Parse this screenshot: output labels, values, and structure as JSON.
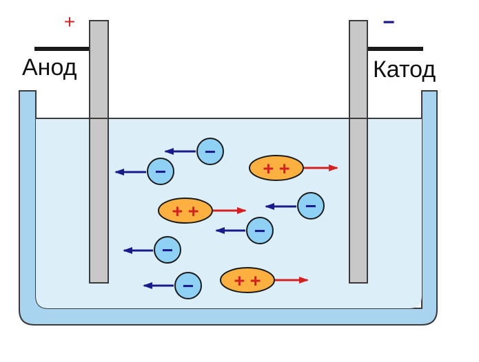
{
  "labels": {
    "anode": "Анод",
    "cathode": "Катод",
    "anode_sign": "+",
    "cathode_sign": "−",
    "anion_sign": "−",
    "cation_sign": "+ +"
  },
  "colors": {
    "background": "#ffffff",
    "electrolyte": "#dceef7",
    "vessel": "#a9d4f0",
    "vessel_outline": "#3a3a3a",
    "electrode": "#c8c8c8",
    "anion_fill": "#8fd0f5",
    "cation_fill": "#fbb040",
    "anion_arrow": "#1a1a8c",
    "cation_arrow": "#d42020",
    "sign_plus": "#d42020",
    "sign_minus": "#1a1a8c"
  },
  "ions": {
    "anion_count": 6,
    "cation_count": 3,
    "anion_direction": "toward-anode",
    "cation_direction": "toward-cathode"
  }
}
